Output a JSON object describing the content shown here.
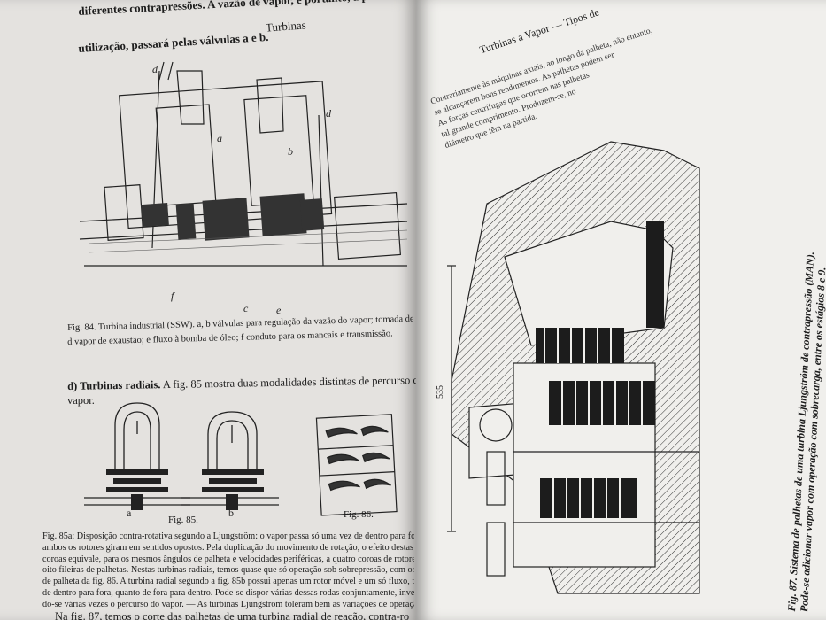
{
  "left_page": {
    "top_lines": [
      "diferentes contrapressões. A vazão de vapor, e portanto, a potência, que será fornecida pela",
      "utilização, passará pelas válvulas a e b."
    ],
    "running_head": "Turbinas",
    "fig84_labels": {
      "d": "d",
      "a": "a",
      "b": "b",
      "c": "c",
      "f": "f",
      "e": "e"
    },
    "fig84_caption": [
      "Fig. 84. Turbina industrial (SSW). a, b válvulas para regulação da vazão do vapor; tomada de ar em c;",
      "d vapor de exaustão; e fluxo à bomba de óleo; f conduto para os mancais e transmissão."
    ],
    "section_heading": "d) Turbinas radiais.",
    "section_text": [
      "A fig. 85 mostra duas modalidades distintas de percurso do fluxo de",
      "vapor."
    ],
    "fig85_a": "a",
    "fig85_b": "b",
    "fig85_label": "Fig. 85.",
    "fig86_label": "Fig. 86.",
    "fig85_caption": [
      "Fig. 85a: Disposição contra-rotativa segundo a Ljungström: o vapor passa só uma vez de dentro para fora;",
      "ambos os rotores giram em sentidos opostos. Pela duplicação do movimento de rotação, o efeito destas duas",
      "coroas equivale, para os mesmos ângulos de palheta e velocidades periféricas, a quatro coroas de rotores, ou",
      "oito fileiras de palhetas. Nestas turbinas radiais, temos quase que só operação sob sobrepressão, com os perfis",
      "de palheta da fig. 86. A turbina radial segundo a fig. 85b possui apenas um rotor móvel e um só fluxo, tanto",
      "de dentro para fora, quanto de fora para dentro. Pode-se dispor várias dessas rodas conjuntamente, invertendo-",
      "do-se várias vezes o percurso do vapor. — As turbinas Ljungström toleram bem as variações de operação."
    ],
    "bottom_line": "Na fig. 87, temos o corte das palhetas de uma turbina radial de reação, contra-rotativa, de"
  },
  "right_page": {
    "running_head": "Turbinas a Vapor — Tipos de",
    "top_text": [
      "Contrariamente às máquinas axiais, ao longo da palheta, não entanto,",
      "se alcançarem bons rendimentos. As palhetas podem ser",
      "As forças centrífugas que ocorrem nas palhetas",
      "tal grande comprimento. Produzem-se, no",
      "diâmetro que têm na partida."
    ],
    "dimension_label": "535",
    "fig87_caption_lines": [
      "Fig. 87. Sistema de palhetas de uma turbina Ljungström de contrapressão (MAN).",
      "Pode-se adicionar vapor com operação com sobrecarga, entre os estágios 8 e 9."
    ]
  }
}
